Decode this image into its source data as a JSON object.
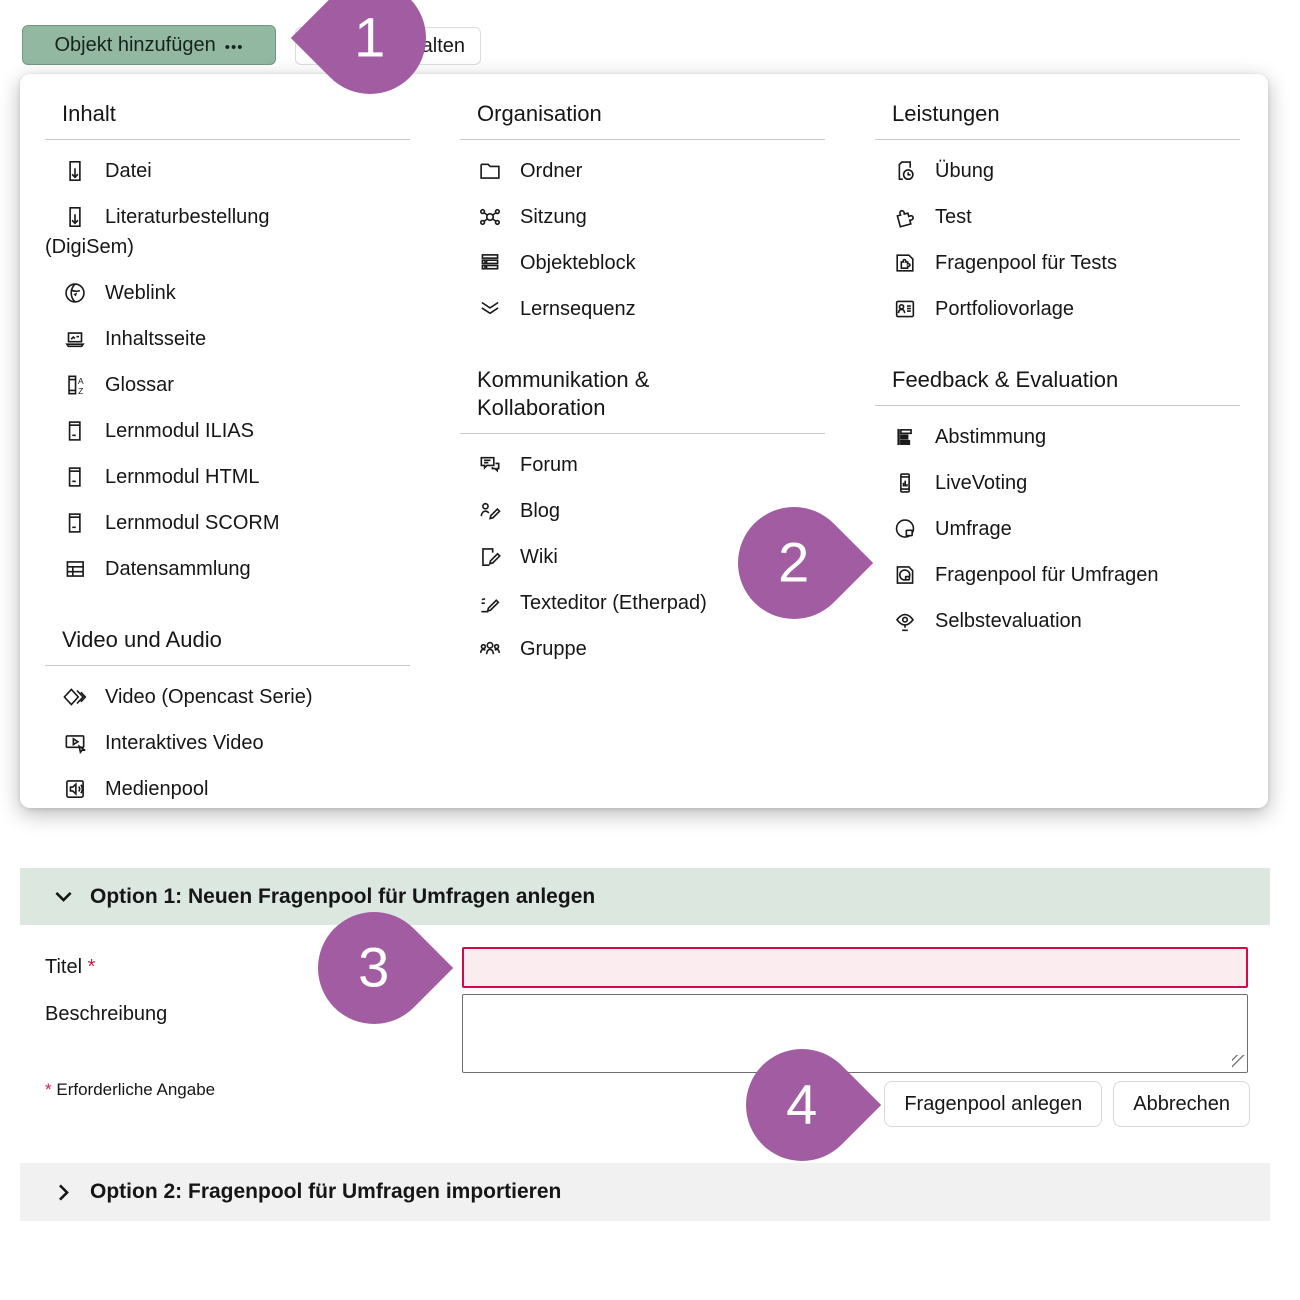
{
  "toolbar": {
    "add_object_label": "Objekt hinzufügen",
    "add_object_dots": "•••",
    "partial_button_label": "alten"
  },
  "callouts": {
    "c1": "1",
    "c2": "2",
    "c3": "3",
    "c4": "4"
  },
  "colors": {
    "accent_green": "#93b8a1",
    "option1_bar_green": "#dce7e0",
    "option2_bar_gray": "#f2f1f2",
    "callout_purple": "#a25da2",
    "danger_red": "#d2094a"
  },
  "menu": {
    "inhalt": {
      "title": "Inhalt",
      "items": [
        {
          "label": "Datei",
          "icon_ref": "#i-file-download",
          "icon_name": "file-download-icon"
        },
        {
          "label": "Literaturbestellung\n(DigiSem)",
          "icon_ref": "#i-file-download",
          "icon_name": "file-download-icon"
        },
        {
          "label": "Weblink",
          "icon_ref": "#i-globe",
          "icon_name": "globe-icon"
        },
        {
          "label": "Inhaltsseite",
          "icon_ref": "#i-content-page",
          "icon_name": "content-page-icon"
        },
        {
          "label": "Glossar",
          "icon_ref": "#i-glossary",
          "icon_name": "glossary-icon"
        },
        {
          "label": "Lernmodul ILIAS",
          "icon_ref": "#i-learning-module",
          "icon_name": "learning-module-icon"
        },
        {
          "label": "Lernmodul HTML",
          "icon_ref": "#i-learning-module",
          "icon_name": "learning-module-icon"
        },
        {
          "label": "Lernmodul SCORM",
          "icon_ref": "#i-learning-module",
          "icon_name": "learning-module-icon"
        },
        {
          "label": "Datensammlung",
          "icon_ref": "#i-data-table",
          "icon_name": "data-table-icon"
        }
      ]
    },
    "video_audio": {
      "title": "Video und Audio",
      "items": [
        {
          "label": "Video (Opencast Serie)",
          "icon_ref": "#i-opencast-video",
          "icon_name": "opencast-video-icon"
        },
        {
          "label": "Interaktives Video",
          "icon_ref": "#i-interactive-video",
          "icon_name": "interactive-video-icon"
        },
        {
          "label": "Medienpool",
          "icon_ref": "#i-mediapool",
          "icon_name": "mediapool-icon"
        }
      ]
    },
    "organisation": {
      "title": "Organisation",
      "items": [
        {
          "label": "Ordner",
          "icon_ref": "#i-folder",
          "icon_name": "folder-icon"
        },
        {
          "label": "Sitzung",
          "icon_ref": "#i-session",
          "icon_name": "session-icon"
        },
        {
          "label": "Objekteblock",
          "icon_ref": "#i-item-block",
          "icon_name": "item-block-icon"
        },
        {
          "label": "Lernsequenz",
          "icon_ref": "#i-learning-sequence",
          "icon_name": "learning-sequence-icon"
        }
      ]
    },
    "kommunikation": {
      "title": "Kommunikation &\nKollaboration",
      "items": [
        {
          "label": "Forum",
          "icon_ref": "#i-forum",
          "icon_name": "forum-icon"
        },
        {
          "label": "Blog",
          "icon_ref": "#i-blog",
          "icon_name": "blog-icon"
        },
        {
          "label": "Wiki",
          "icon_ref": "#i-wiki",
          "icon_name": "wiki-icon"
        },
        {
          "label": "Texteditor (Etherpad)",
          "icon_ref": "#i-etherpad",
          "icon_name": "etherpad-icon"
        },
        {
          "label": "Gruppe",
          "icon_ref": "#i-group",
          "icon_name": "group-icon"
        }
      ]
    },
    "leistungen": {
      "title": "Leistungen",
      "items": [
        {
          "label": "Übung",
          "icon_ref": "#i-exercise",
          "icon_name": "exercise-icon"
        },
        {
          "label": "Test",
          "icon_ref": "#i-test",
          "icon_name": "test-puzzle-icon"
        },
        {
          "label": "Fragenpool für Tests",
          "icon_ref": "#i-question-pool-test",
          "icon_name": "question-pool-test-icon"
        },
        {
          "label": "Portfoliovorlage",
          "icon_ref": "#i-portfolio-template",
          "icon_name": "portfolio-template-icon"
        }
      ]
    },
    "feedback": {
      "title": "Feedback & Evaluation",
      "items": [
        {
          "label": "Abstimmung",
          "icon_ref": "#i-poll",
          "icon_name": "poll-icon"
        },
        {
          "label": "LiveVoting",
          "icon_ref": "#i-live-voting",
          "icon_name": "live-voting-icon"
        },
        {
          "label": "Umfrage",
          "icon_ref": "#i-survey",
          "icon_name": "survey-icon"
        },
        {
          "label": "Fragenpool für Umfragen",
          "icon_ref": "#i-question-pool-survey",
          "icon_name": "question-pool-survey-icon"
        },
        {
          "label": "Selbstevaluation",
          "icon_ref": "#i-self-evaluation",
          "icon_name": "self-evaluation-icon"
        }
      ]
    }
  },
  "form": {
    "option1_title": "Option 1: Neuen Fragenpool für Umfragen anlegen",
    "option2_title": "Option 2: Fragenpool für Umfragen importieren",
    "title_label": "Titel",
    "title_required_mark": "*",
    "title_value": "",
    "description_label": "Beschreibung",
    "description_value": "",
    "required_note_mark": "*",
    "required_note_text": "Erforderliche Angabe",
    "create_button_label": "Fragenpool anlegen",
    "cancel_button_label": "Abbrechen"
  }
}
